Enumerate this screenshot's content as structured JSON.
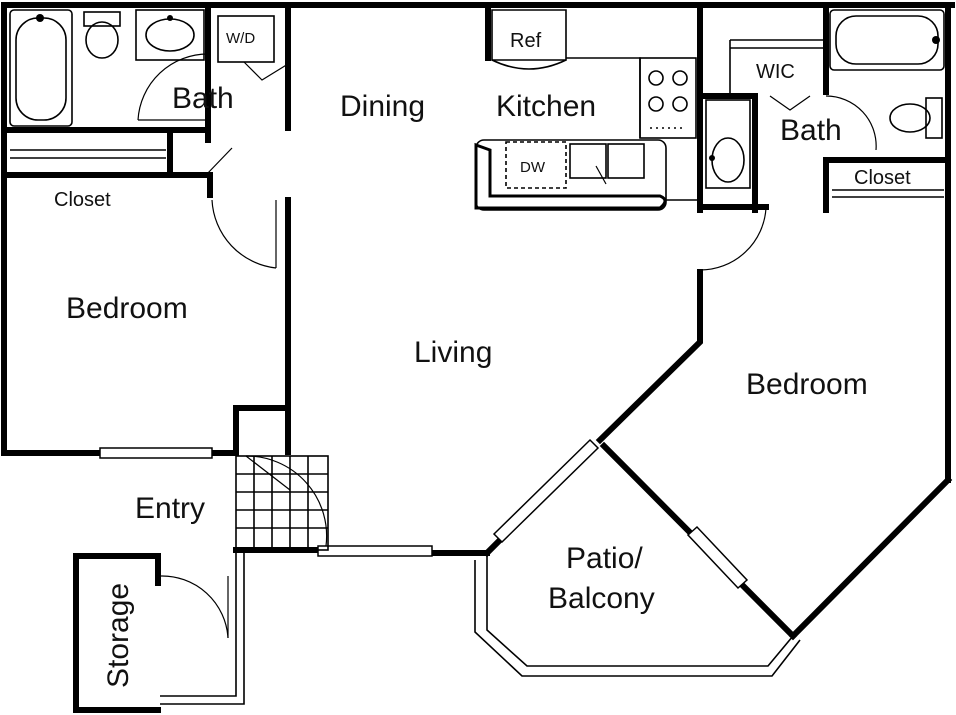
{
  "floor_plan": {
    "rooms": {
      "bath_left": "Bath",
      "washer_dryer": "W/D",
      "dining": "Dining",
      "refrigerator": "Ref",
      "kitchen": "Kitchen",
      "dishwasher": "DW",
      "walk_in_closet": "WIC",
      "bath_right": "Bath",
      "closet_left": "Closet",
      "closet_right": "Closet",
      "bedroom_left": "Bedroom",
      "living": "Living",
      "bedroom_right": "Bedroom",
      "entry": "Entry",
      "patio_line1": "Patio/",
      "patio_line2": "Balcony",
      "storage": "Storage"
    }
  }
}
